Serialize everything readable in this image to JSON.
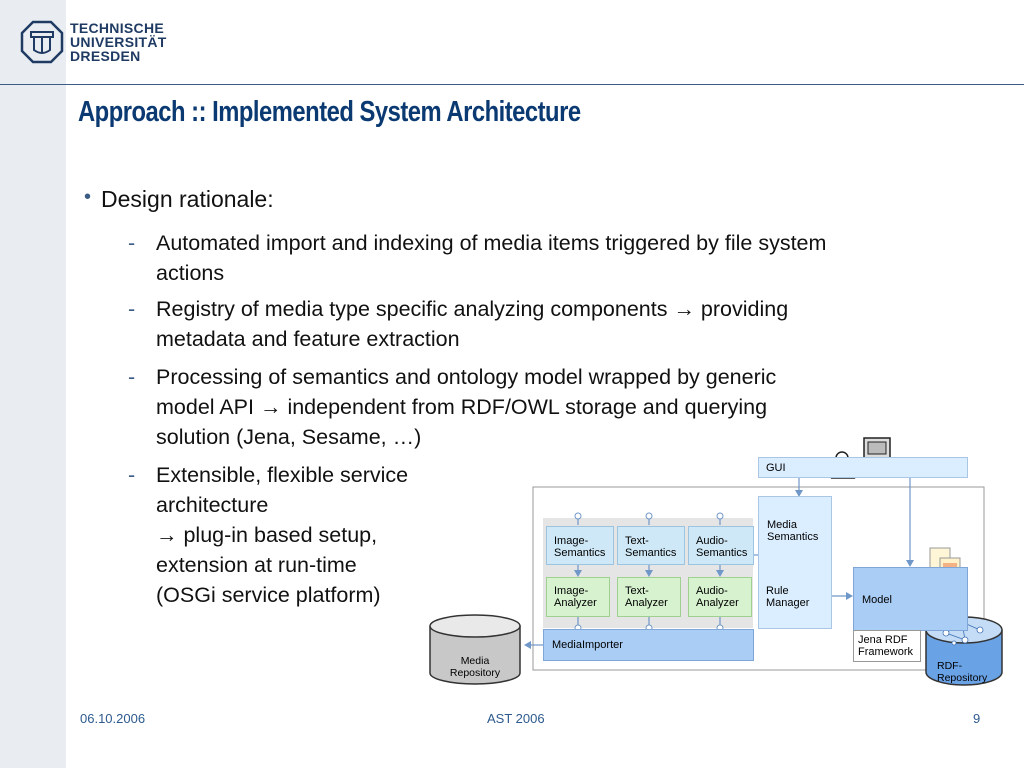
{
  "header": {
    "logo_line1": "TECHNISCHE",
    "logo_line2": "UNIVERSITÄT",
    "logo_line3": "DRESDEN"
  },
  "title": "Approach :: Implemented System Architecture",
  "bullets": {
    "main": "Design rationale:",
    "items": [
      {
        "lines": [
          "Automated import and indexing of media items triggered by file system",
          "actions"
        ]
      },
      {
        "lines": [
          "Registry of media type specific analyzing components → providing",
          "metadata and feature extraction"
        ]
      },
      {
        "lines": [
          "Processing of semantics and ontology model wrapped by generic",
          "model API → independent from RDF/OWL storage and querying",
          "solution (Jena, Sesame, …)"
        ]
      },
      {
        "lines": [
          "Extensible, flexible service",
          "architecture",
          "→ plug-in based setup,",
          "extension at run-time",
          "(OSGi service platform)"
        ]
      }
    ]
  },
  "diagram": {
    "gui": "GUI",
    "media_semantics": [
      "Media",
      "Semantics"
    ],
    "rule_manager": [
      "Rule",
      "Manager"
    ],
    "model": "Model",
    "jena": [
      "Jena RDF",
      "Framework"
    ],
    "image_semantics": [
      "Image-",
      "Semantics"
    ],
    "text_semantics": [
      "Text-",
      "Semantics"
    ],
    "audio_semantics": [
      "Audio-",
      "Semantics"
    ],
    "image_analyzer": [
      "Image-",
      "Analyzer"
    ],
    "text_analyzer": [
      "Text-",
      "Analyzer"
    ],
    "audio_analyzer": [
      "Audio-",
      "Analyzer"
    ],
    "media_importer": "MediaImporter",
    "media_repository": [
      "Media",
      "Repository"
    ],
    "rdf_repository": [
      "RDF-",
      "Repository"
    ]
  },
  "footer": {
    "date": "06.10.2006",
    "event": "AST 2006",
    "page": "9"
  },
  "colors": {
    "title": "#0b3a73",
    "accent": "#3b5c85"
  }
}
